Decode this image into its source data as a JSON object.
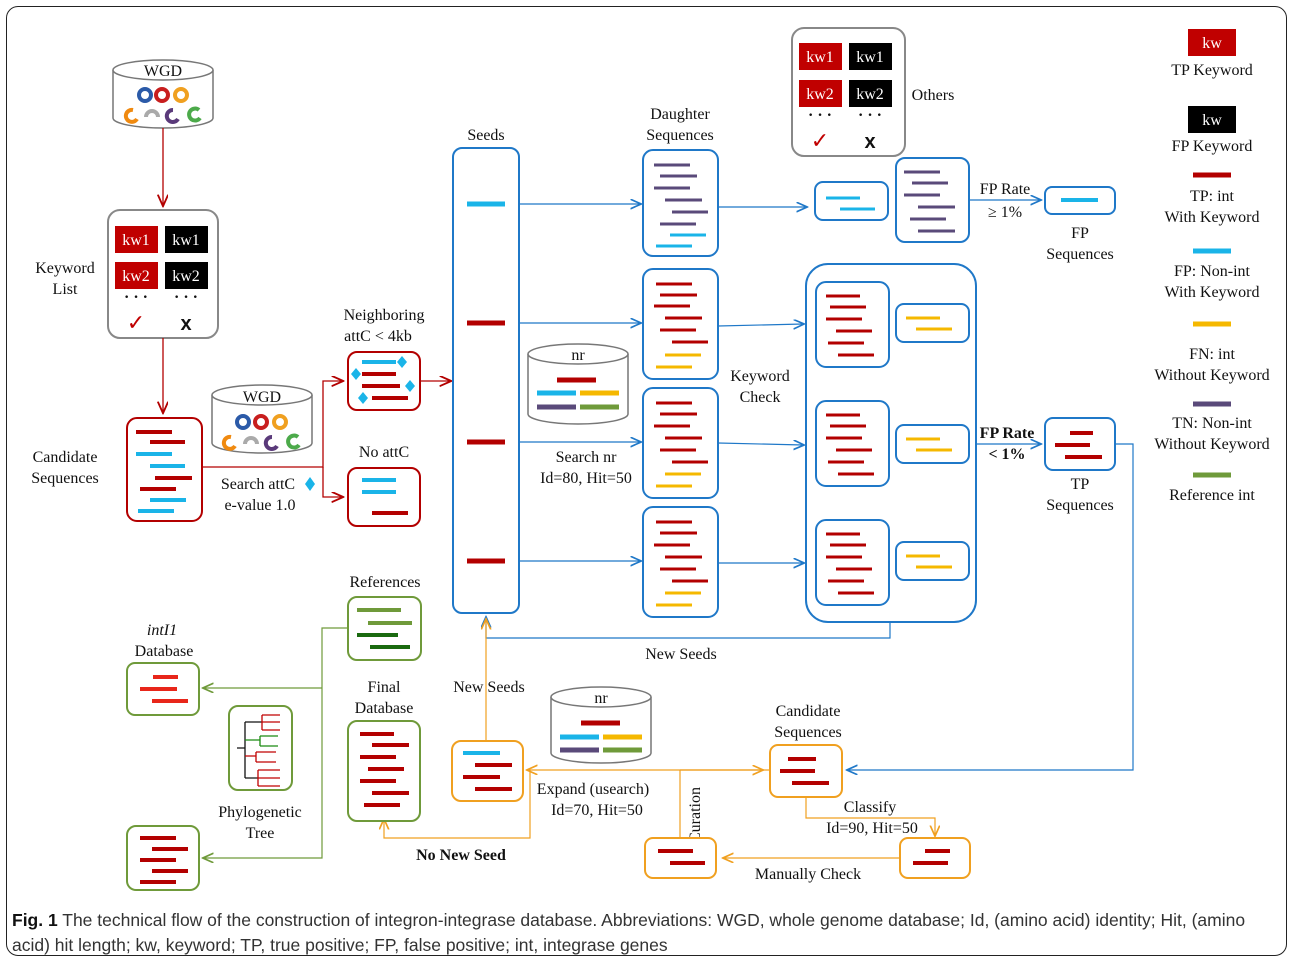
{
  "labels": {
    "wgd": "WGD",
    "keyword_list": [
      "Keyword",
      "List"
    ],
    "candidate_sequences": [
      "Candidate",
      "Sequences"
    ],
    "search_attc": "Search attC",
    "evalue": "e-value 1.0",
    "neighboring": "Neighboring",
    "attc_4kb": "attC < 4kb",
    "no_attc": "No attC",
    "seeds": "Seeds",
    "daughter_sequences": [
      "Daughter",
      "Sequences"
    ],
    "others": "Others",
    "fp_rate_ge": [
      "FP Rate",
      "≥ 1%"
    ],
    "fp_sequences": [
      "FP",
      "Sequences"
    ],
    "nr": "nr",
    "search_nr": "Search nr",
    "search_nr_params": "Id=80, Hit=50",
    "keyword_check": [
      "Keyword",
      "Check"
    ],
    "fp_rate_lt": [
      "FP Rate",
      "< 1%"
    ],
    "tp_sequences": [
      "TP",
      "Sequences"
    ],
    "new_seeds": "New Seeds",
    "references": "References",
    "inti1_database": [
      "intI1",
      "Database"
    ],
    "final_database": [
      "Final",
      "Database"
    ],
    "phylogenetic_tree": [
      "Phylogenetic",
      "Tree"
    ],
    "expand": "Expand (usearch)",
    "expand_params": "Id=70, Hit=50",
    "no_new_seed": "No New Seed",
    "curation": "Curation",
    "candidate_sequences_2": [
      "Candidate",
      "Sequences"
    ],
    "classify": "Classify",
    "classify_params": "Id=90, Hit=50",
    "manually_check": "Manually Check"
  },
  "keywords": {
    "kw1": "kw1",
    "kw2": "kw2",
    "dots": "· · ·",
    "check": "✓",
    "cross": "x"
  },
  "legend": {
    "tp_keyword_box": "kw",
    "tp_keyword": "TP Keyword",
    "fp_keyword_box": "kw",
    "fp_keyword": "FP Keyword",
    "tp": [
      "TP: int",
      "With Keyword"
    ],
    "fp": [
      "FP: Non-int",
      "With Keyword"
    ],
    "fn": [
      "FN: int",
      "Without Keyword"
    ],
    "tn": [
      "TN: Non-int",
      "Without Keyword"
    ],
    "ref": "Reference int"
  },
  "caption": {
    "fig": "Fig. 1",
    "text": "The technical flow of the construction of integron-integrase database. Abbreviations: WGD, whole genome database; Id, (amino acid) identity; Hit, (amino acid) hit length; kw, keyword; TP, true positive; FP, false positive; int, integrase genes"
  },
  "colors": {
    "tp_red": "#b30000",
    "fp_blue": "#1ab4e8",
    "fn_yellow": "#f5b800",
    "tn_purple": "#5a4a7a",
    "ref_green": "#6f9a3a",
    "flow_blue": "#1f78c8",
    "flow_orange": "#f0a020",
    "flow_red": "#b30000",
    "flow_green": "#6f9a3a"
  }
}
